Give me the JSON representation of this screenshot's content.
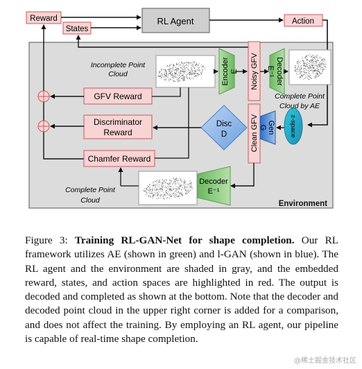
{
  "diagram": {
    "top_nodes": {
      "reward": "Reward",
      "states": "States",
      "rl_agent": "RL Agent",
      "action": "Action"
    },
    "environment_label": "Environment",
    "point_cloud_labels": {
      "incomplete": [
        "Incomplete Point",
        "Cloud"
      ],
      "complete_ae": [
        "Complete Point",
        "Cloud by AE"
      ],
      "complete_bottom": [
        "Complete Point",
        "Cloud"
      ]
    },
    "encoder": [
      "Encoder",
      "E"
    ],
    "decoder_top": [
      "Decoder",
      "E⁻¹"
    ],
    "decoder_bottom": [
      "Decoder",
      "E⁻¹"
    ],
    "noisy_gfv": "Noisy GFV",
    "clean_gfv": "Clean GFV",
    "generator": [
      "Gen",
      "G"
    ],
    "z_space": "z-space",
    "discriminator": [
      "Disc",
      "D"
    ],
    "reward_boxes": {
      "gfv": "GFV Reward",
      "discriminator": [
        "Discriminator",
        "Reward"
      ],
      "chamfer": "Chamfer Reward"
    },
    "colors": {
      "red_fill": "#f9d4d4",
      "red_stroke": "#c75a5a",
      "green": "#7fc97f",
      "green_light": "#c5e8b7",
      "blue": "#3d7fd0",
      "blue_light": "#a9c8ee",
      "gray_bg": "#dcdcdc",
      "agent_gray": "#cfcfcf"
    }
  },
  "caption": {
    "label": "Figure 3:",
    "title": "Training RL-GAN-Net for shape completion.",
    "body": "Our RL framework utilizes AE (shown in green) and l-GAN (shown in blue). The RL agent and the environment are shaded in gray, and the embedded reward, states, and action spaces are highlighted in red. The output is decoded and completed as shown at the bottom. Note that the decoder and decoded point cloud in the upper right corner is added for a comparison, and does not affect the training. By employing an RL agent, our pipeline is capable of real-time shape completion."
  },
  "watermark": "@稀土掘金技术社区"
}
